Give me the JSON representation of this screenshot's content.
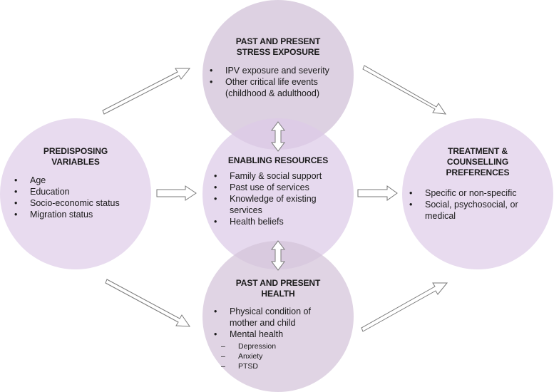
{
  "stress": {
    "title_line1": "PAST AND PRESENT",
    "title_line2": "STRESS EXPOSURE",
    "items": [
      "IPV exposure and severity",
      "Other critical life events",
      "(childhood & adulthood)"
    ]
  },
  "enabling": {
    "title": "ENABLING RESOURCES",
    "items": [
      "Family & social support",
      "Past use of services",
      "Knowledge of existing",
      "services",
      "Health beliefs"
    ]
  },
  "health": {
    "title_line1": "PAST AND PRESENT",
    "title_line2": "HEALTH",
    "items": [
      "Physical condition of",
      "mother and child",
      "Mental health"
    ],
    "subitems": [
      "Depression",
      "Anxiety",
      "PTSD"
    ]
  },
  "predisposing": {
    "title_line1": "PREDISPOSING",
    "title_line2": "VARIABLES",
    "items": [
      "Age",
      "Education",
      "Socio-economic status",
      "Migration status"
    ]
  },
  "treatment": {
    "title_line1": "TREATMENT &",
    "title_line2": "COUNSELLING",
    "title_line3": "PREFERENCES",
    "items": [
      "Specific or non-specific",
      "Social, psychosocial, or",
      "medical"
    ]
  },
  "colors": {
    "circle_fill": "#e8dbef",
    "arrow_fill": "#ffffff",
    "arrow_stroke": "#7a7a7a"
  }
}
